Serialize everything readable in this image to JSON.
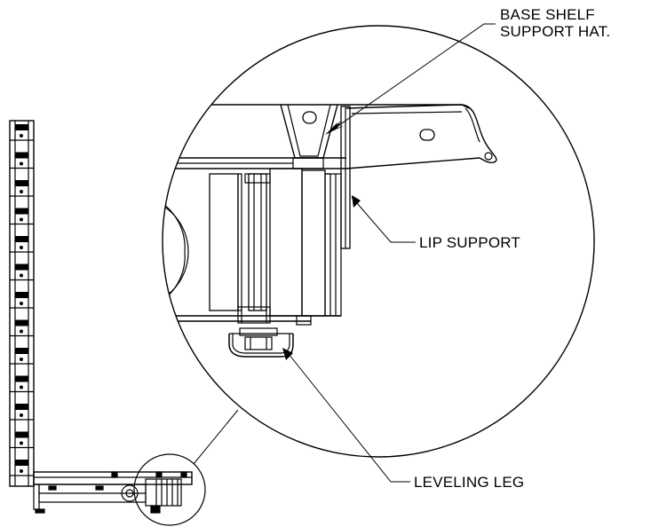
{
  "callouts": {
    "base_shelf_line1": "BASE SHELF",
    "base_shelf_line2": "SUPPORT HAT.",
    "lip_support": "LIP SUPPORT",
    "leveling_leg": "LEVELING LEG"
  }
}
